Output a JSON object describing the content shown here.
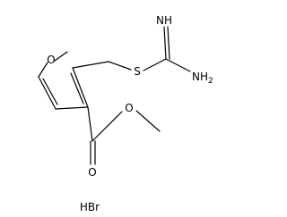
{
  "molecule": {
    "atom_labels": {
      "ring_oxygen": "O",
      "sulfur": "S",
      "imine": "NH",
      "amine": "NH",
      "amine_subscript": "2",
      "ether_oxygen": "O",
      "carbonyl_oxygen": "O"
    },
    "salt_label": "HBr"
  }
}
